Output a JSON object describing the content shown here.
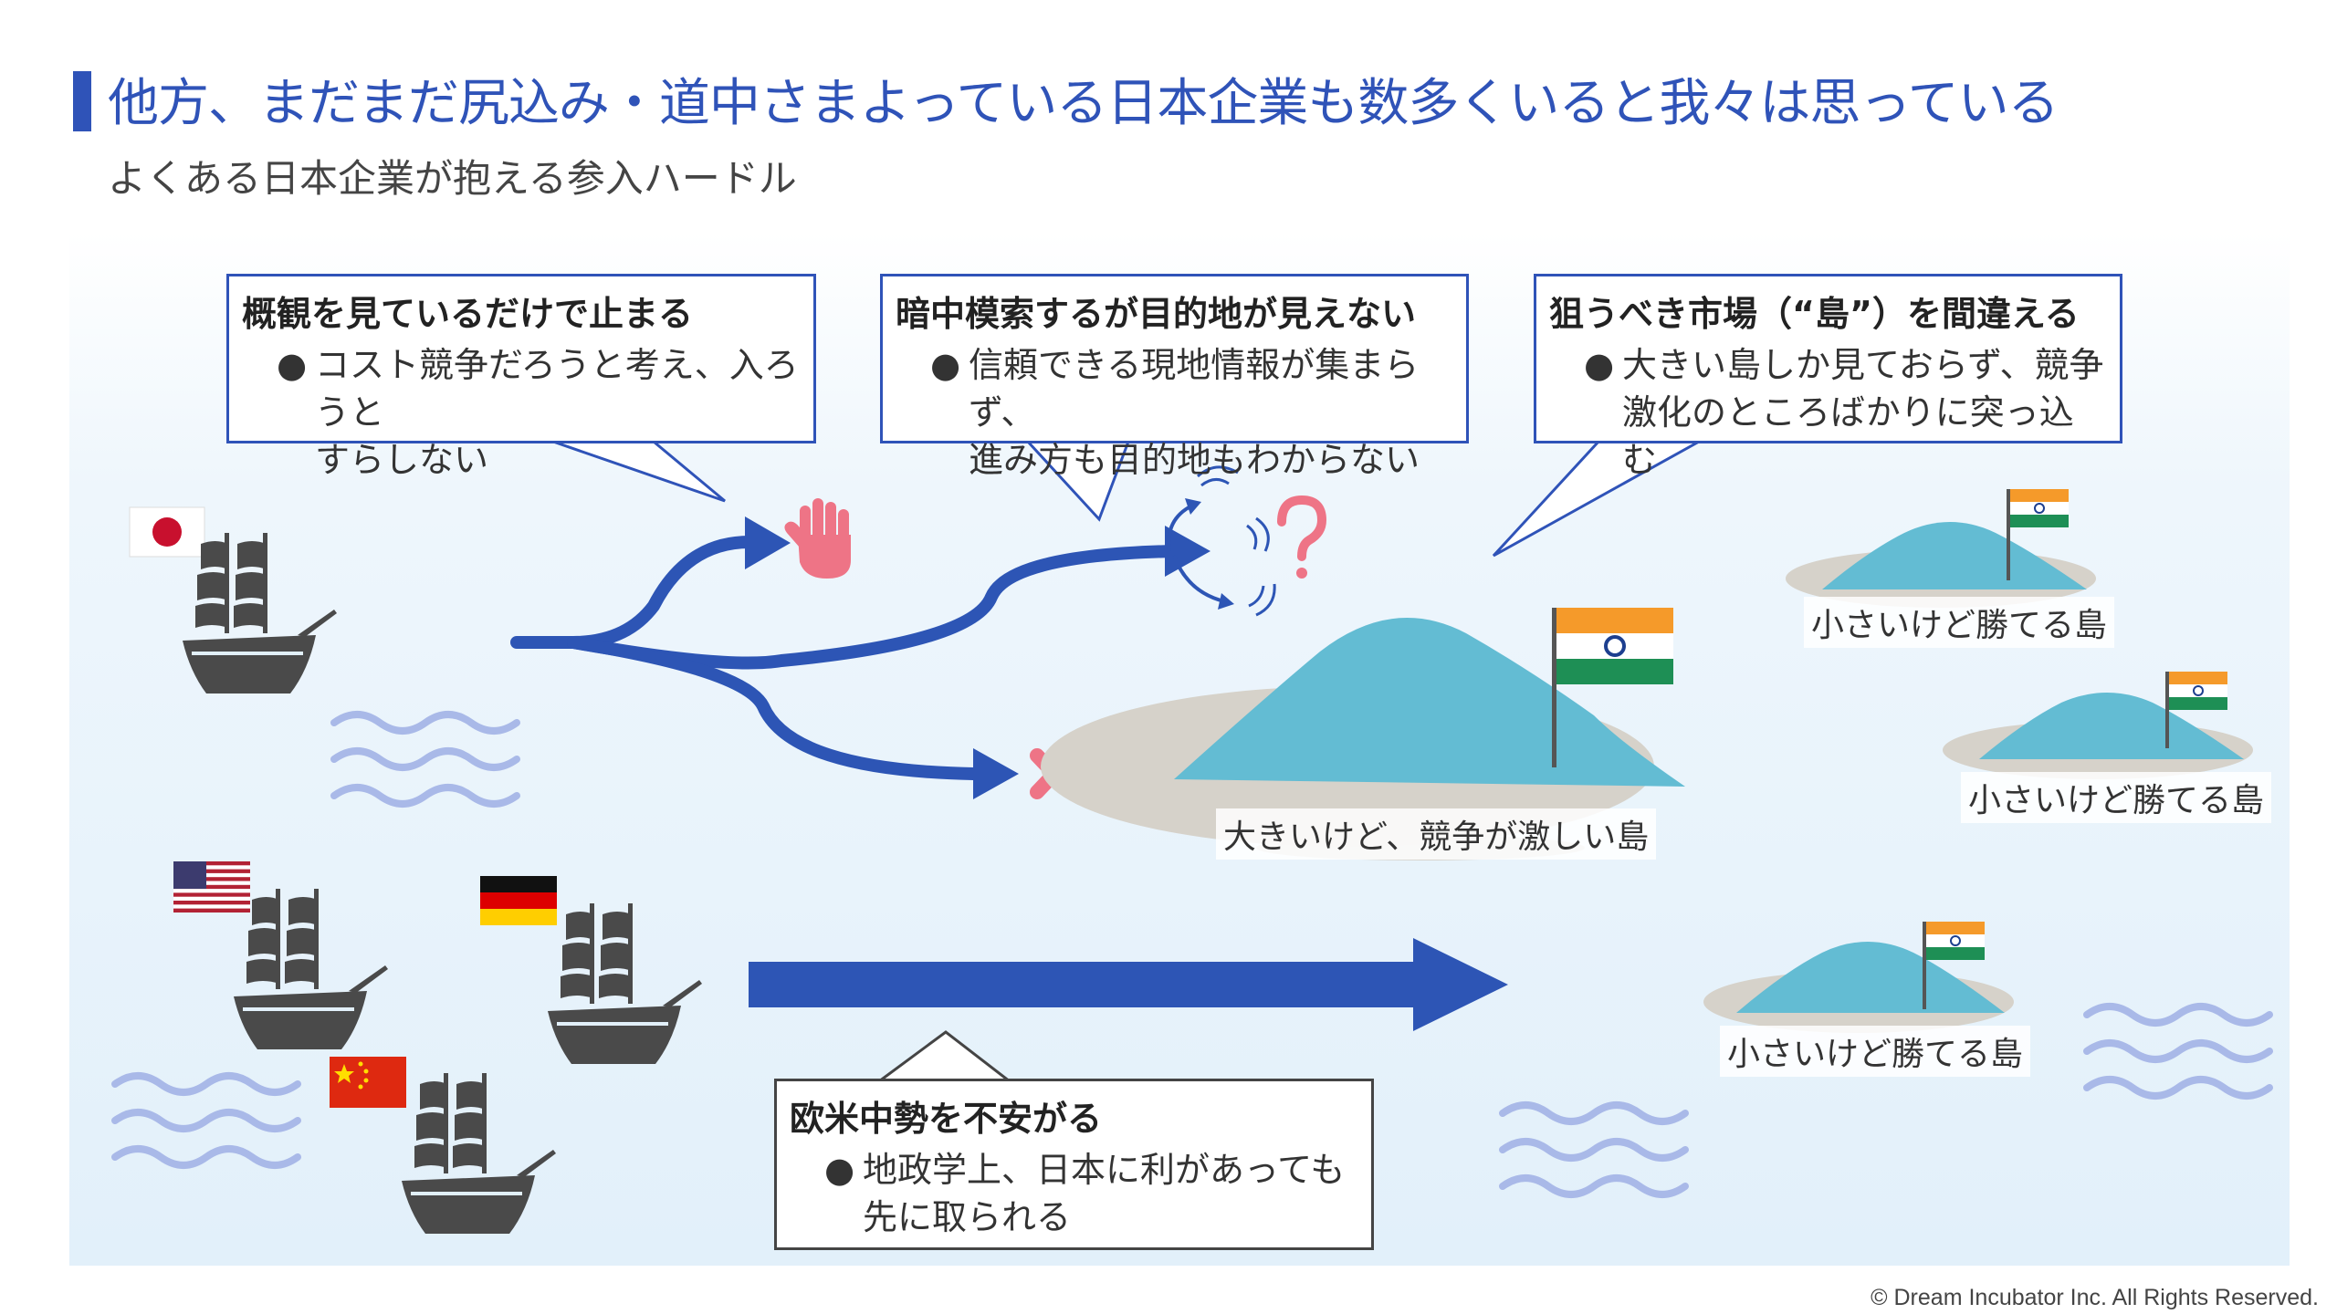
{
  "page": {
    "title": "他方、まだまだ尻込み・道中さまよっている日本企業も数多くいると我々は思っている",
    "subtitle": "よくある日本企業が抱える参入ハードル",
    "footer": "© Dream Incubator Inc. All Rights Reserved."
  },
  "callouts": {
    "stop": {
      "title": "概観を見ているだけで止まる",
      "bullet": "●",
      "line1": "コスト競争だろうと考え、入ろうと",
      "line2": "すらしない"
    },
    "grope": {
      "title": "暗中模索するが目的地が見えない",
      "bullet": "●",
      "line1": "信頼できる現地情報が集まらず、",
      "line2": "進み方も目的地もわからない"
    },
    "wrong": {
      "title": "狙うべき市場（“島”）を間違える",
      "bullet": "●",
      "line1": "大きい島しか見ておらず、競争",
      "line2": "激化のところばかりに突っ込む"
    },
    "west": {
      "title": "欧米中勢を不安がる",
      "bullet": "●",
      "line1": "地政学上、日本に利があっても",
      "line2": "先に取られる"
    }
  },
  "islands": {
    "big": "大きいけど、競争が激しい島",
    "small1": "小さいけど勝てる島",
    "small2": "小さいけど勝てる島",
    "small3": "小さいけど勝てる島"
  },
  "colors": {
    "accent": "#2f53b8",
    "arrow": "#2d55b5",
    "island": "#63bcd3",
    "sand": "#d6d2ca",
    "ship": "#4a4a4a",
    "wave": "#a9b9e8",
    "hand": "#ee7486",
    "saffron": "#f59a2a",
    "india_green": "#1e8f55"
  }
}
